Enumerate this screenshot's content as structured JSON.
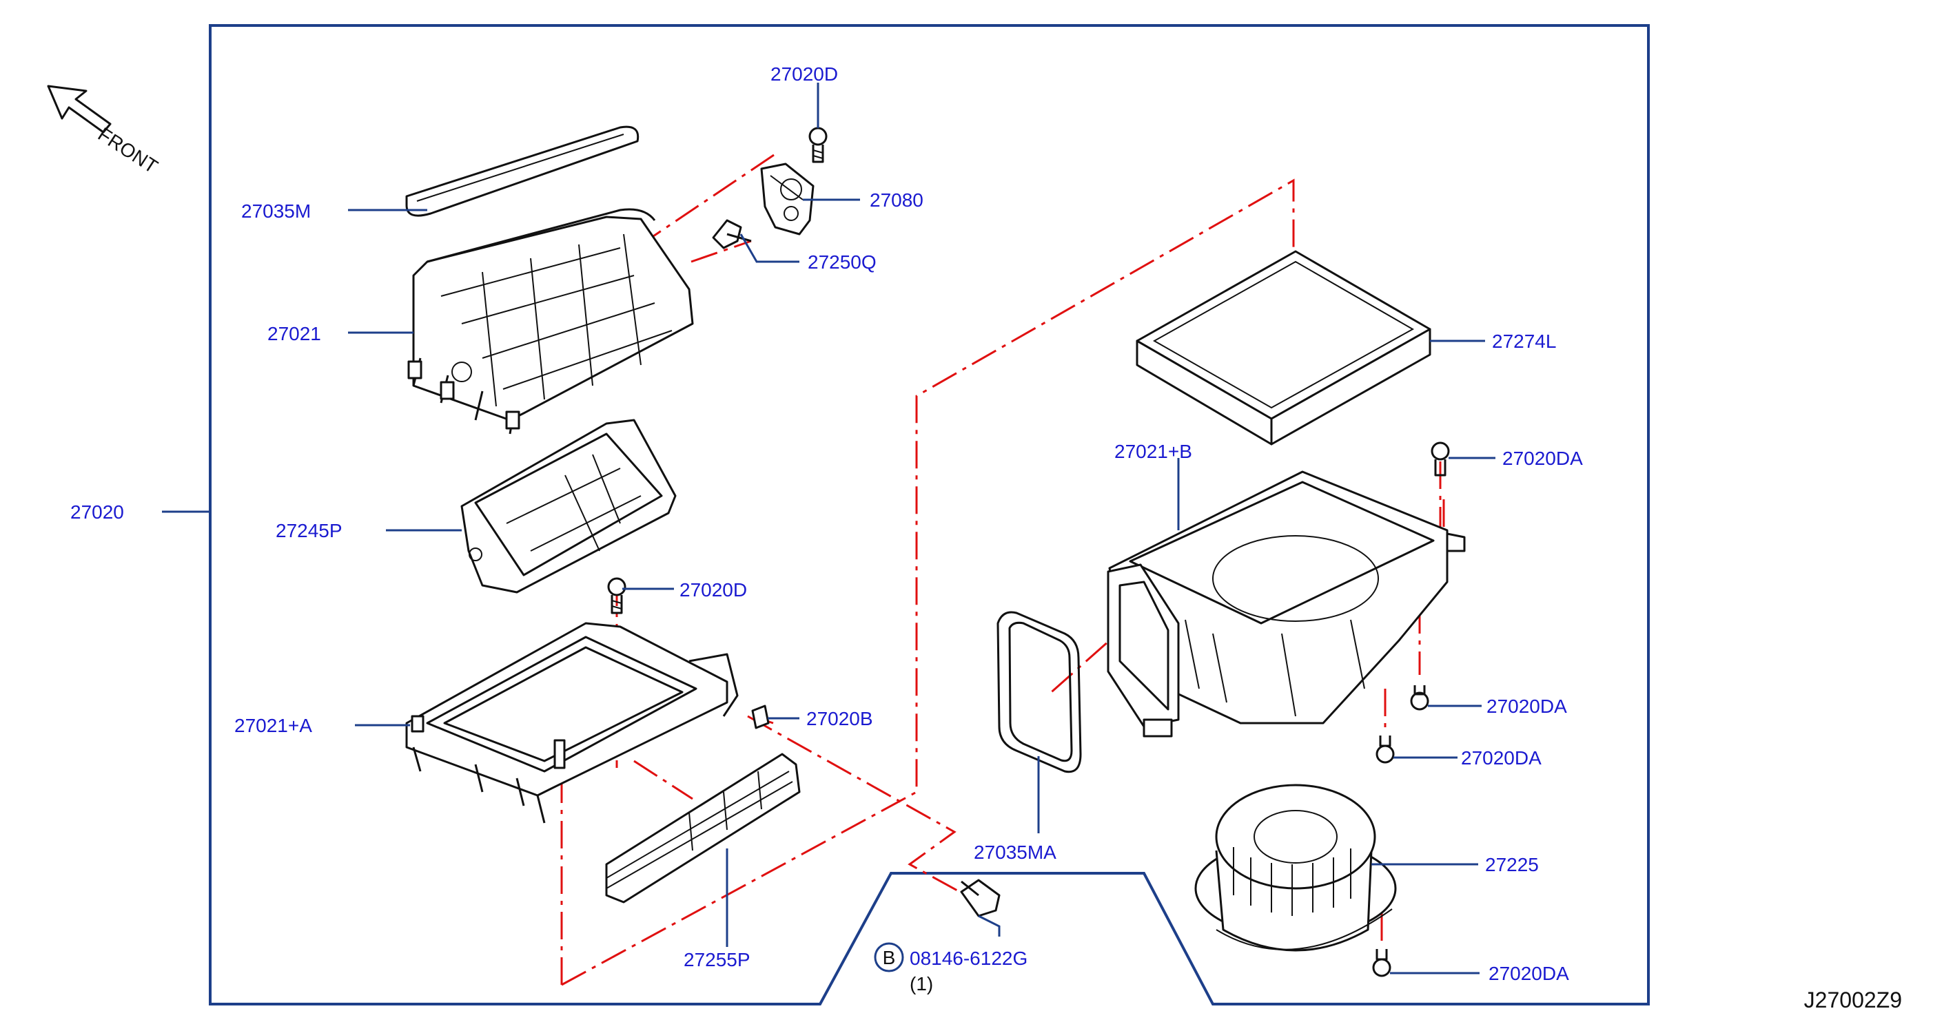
{
  "front_label": "FRONT",
  "drawing_code": "J27002Z9",
  "parts": {
    "p27020": "27020",
    "p27020D_top": "27020D",
    "p27080": "27080",
    "p27035M": "27035M",
    "p27250Q": "27250Q",
    "p27021": "27021",
    "p27245P": "27245P",
    "p27020D_mid": "27020D",
    "p27021A": "27021+A",
    "p27020B": "27020B",
    "p27255P": "27255P",
    "p27274L": "27274L",
    "p27021B": "27021+B",
    "p27020DA_1": "27020DA",
    "p27020DA_2": "27020DA",
    "p27020DA_3": "27020DA",
    "p27035MA": "27035MA",
    "p27225": "27225",
    "p27020DA_4": "27020DA",
    "bolt_mark": "B",
    "bolt_number": "08146-6122G",
    "bolt_qty": "(1)"
  }
}
